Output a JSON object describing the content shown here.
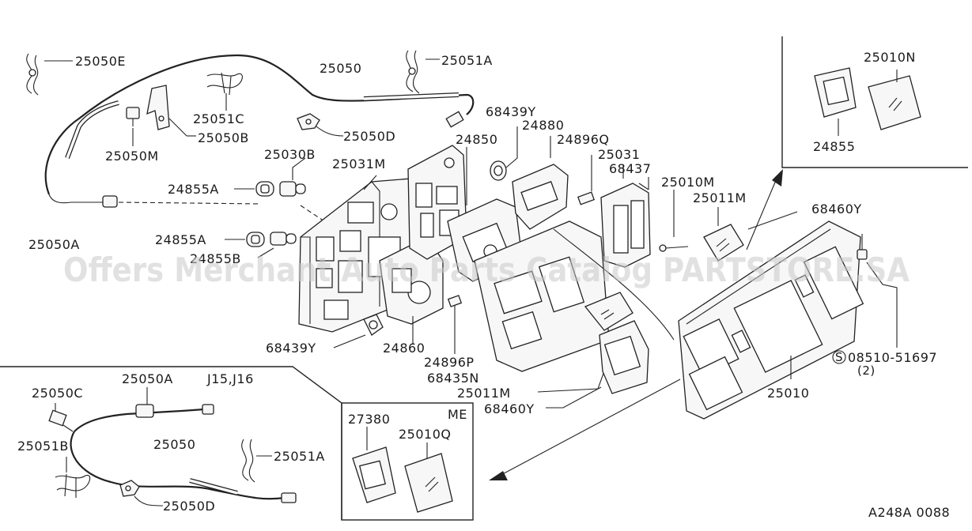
{
  "diagram": {
    "watermark": "Offers Merchant Auto Parts Catalog PARTSTORE.SA",
    "drawing_code": "A248A 0088",
    "variant_labels": {
      "lower_left_models": "J15,J16",
      "me_box": "ME"
    },
    "part_labels": {
      "p25050E": "25050E",
      "p25050": "25050",
      "p25051A": "25051A",
      "p25051C": "25051C",
      "p25050B": "25050B",
      "p25050D": "25050D",
      "p25050M": "25050M",
      "p25030B": "25030B",
      "p25031M": "25031M",
      "p24855A_top": "24855A",
      "p24855A_mid": "24855A",
      "p24855B": "24855B",
      "p25050A": "25050A",
      "p68439Y_top": "68439Y",
      "p24880": "24880",
      "p24850": "24850",
      "p24896Q": "24896Q",
      "p25031": "25031",
      "p68437": "68437",
      "p25010M": "25010M",
      "p25011M_top": "25011M",
      "p68460Y_top": "68460Y",
      "p25010N": "25010N",
      "p24855": "24855",
      "p68439Y_bot": "68439Y",
      "p24860": "24860",
      "p24896P": "24896P",
      "p68435N": "68435N",
      "p25011M_bot": "25011M",
      "p68460Y_bot": "68460Y",
      "p25010": "25010",
      "p_screw": "08510-51697",
      "p_screw_qty": "(2)",
      "p_screw_prefix": "S",
      "p27380": "27380",
      "p25010Q": "25010Q",
      "inset_25050C": "25050C",
      "inset_25050A": "25050A",
      "inset_25051B": "25051B",
      "inset_25050": "25050",
      "inset_25051A": "25051A",
      "inset_25050D": "25050D"
    }
  }
}
